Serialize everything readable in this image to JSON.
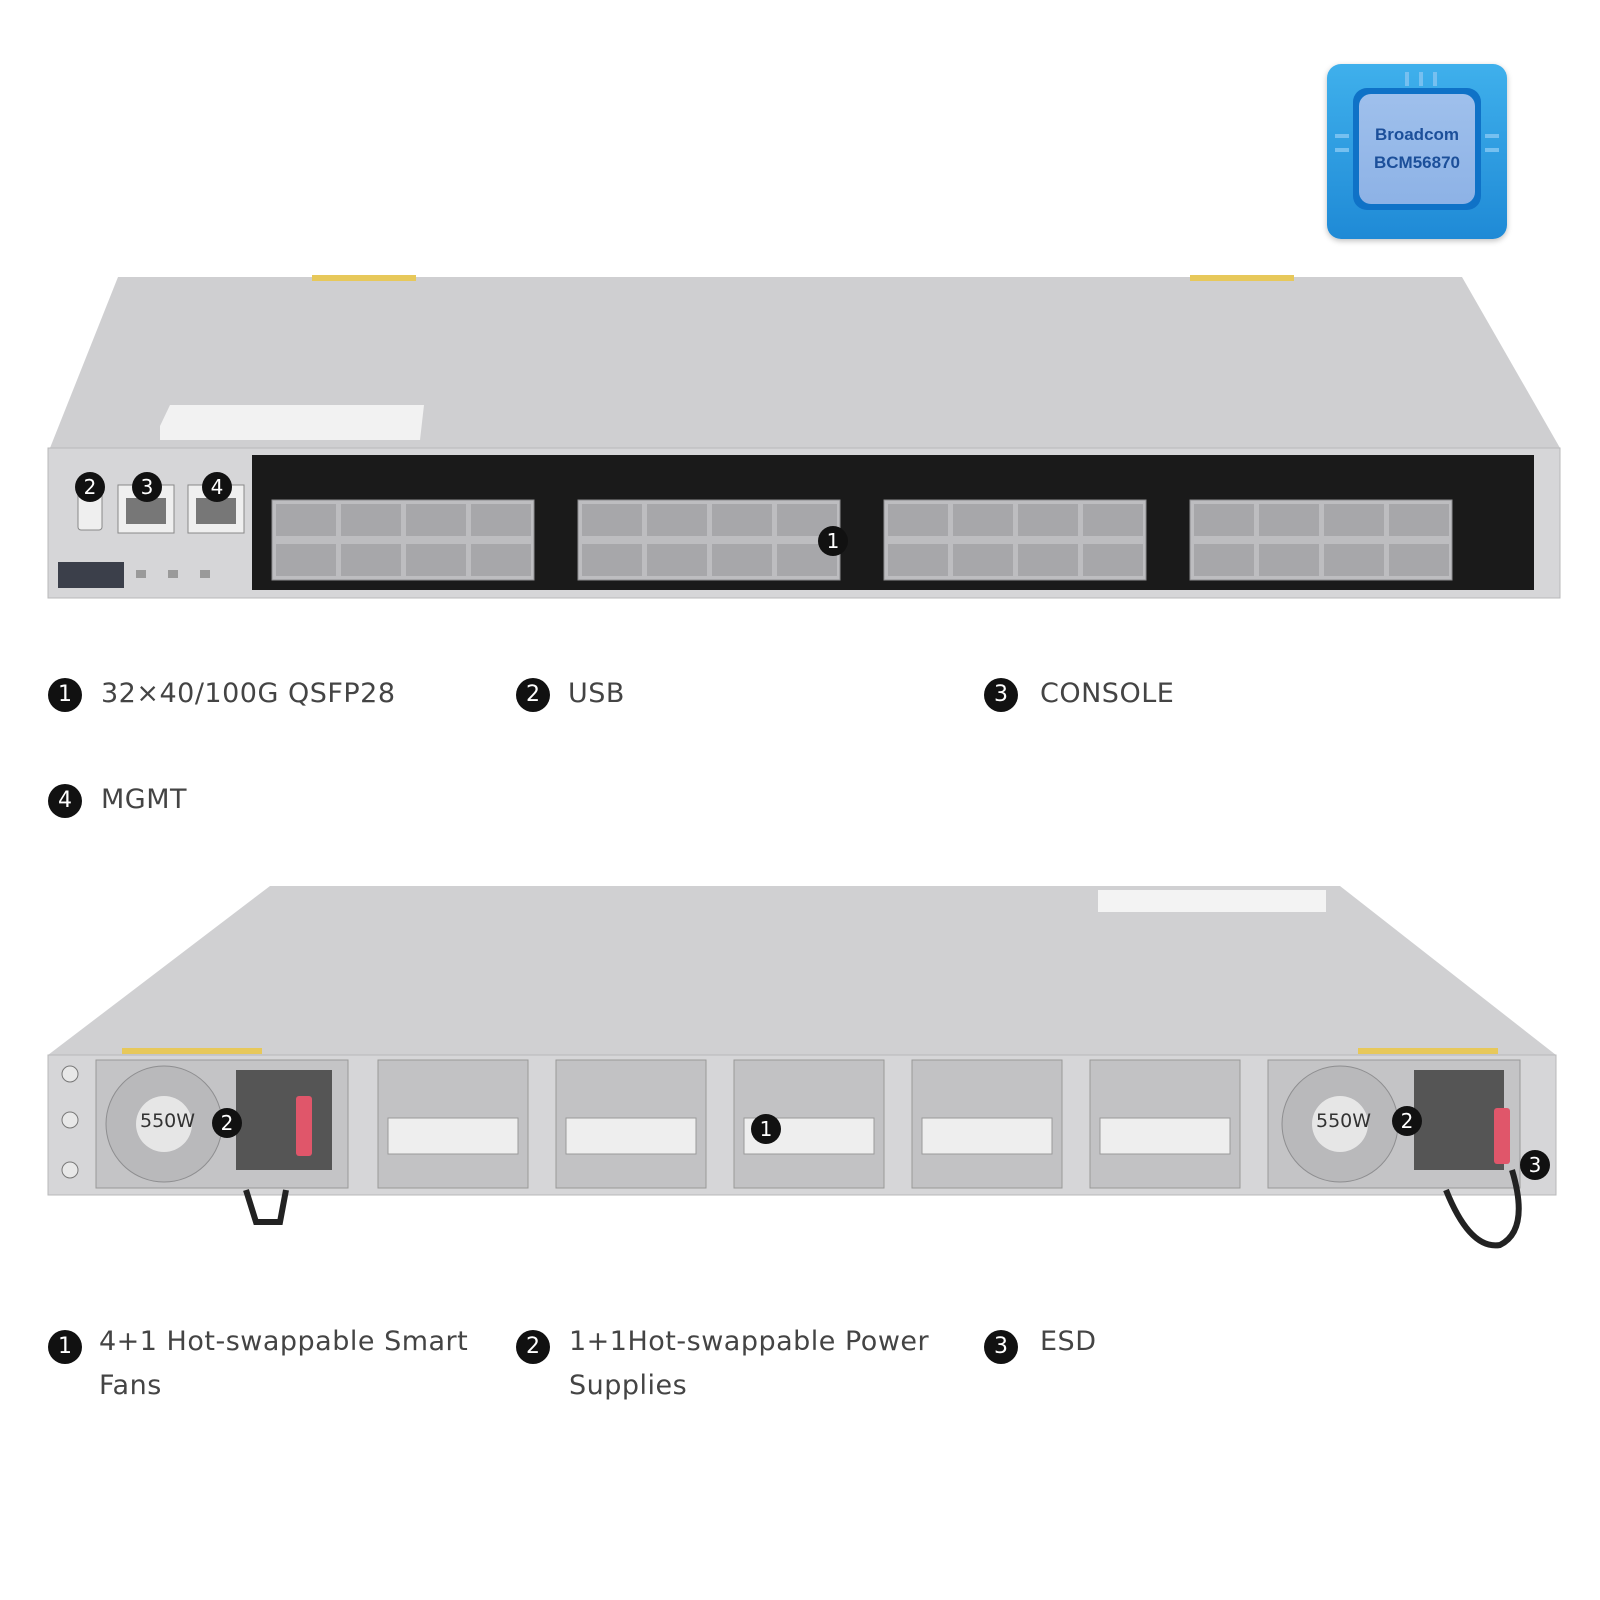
{
  "chip": {
    "vendor": "Broadcom",
    "model": "BCM56870"
  },
  "front": {
    "callouts": [
      "1",
      "2",
      "3",
      "4"
    ],
    "legend": [
      {
        "num": "1",
        "text": "32×40/100G  QSFP28"
      },
      {
        "num": "2",
        "text": "USB"
      },
      {
        "num": "3",
        "text": "CONSOLE"
      },
      {
        "num": "4",
        "text": "MGMT"
      }
    ]
  },
  "rear": {
    "callouts": [
      "1",
      "2",
      "2",
      "3"
    ],
    "psu_label": "550W",
    "legend": [
      {
        "num": "1",
        "text_line1": "4+1 Hot-swappable Smart",
        "text_line2": "Fans"
      },
      {
        "num": "2",
        "text_line1": "1+1Hot-swappable Power",
        "text_line2": "Supplies"
      },
      {
        "num": "3",
        "text_line1": "ESD",
        "text_line2": ""
      }
    ]
  },
  "colors": {
    "chassis": "#c9c9cb",
    "panel": "#d8d8da",
    "chip_blue": "#1f8ad6"
  }
}
